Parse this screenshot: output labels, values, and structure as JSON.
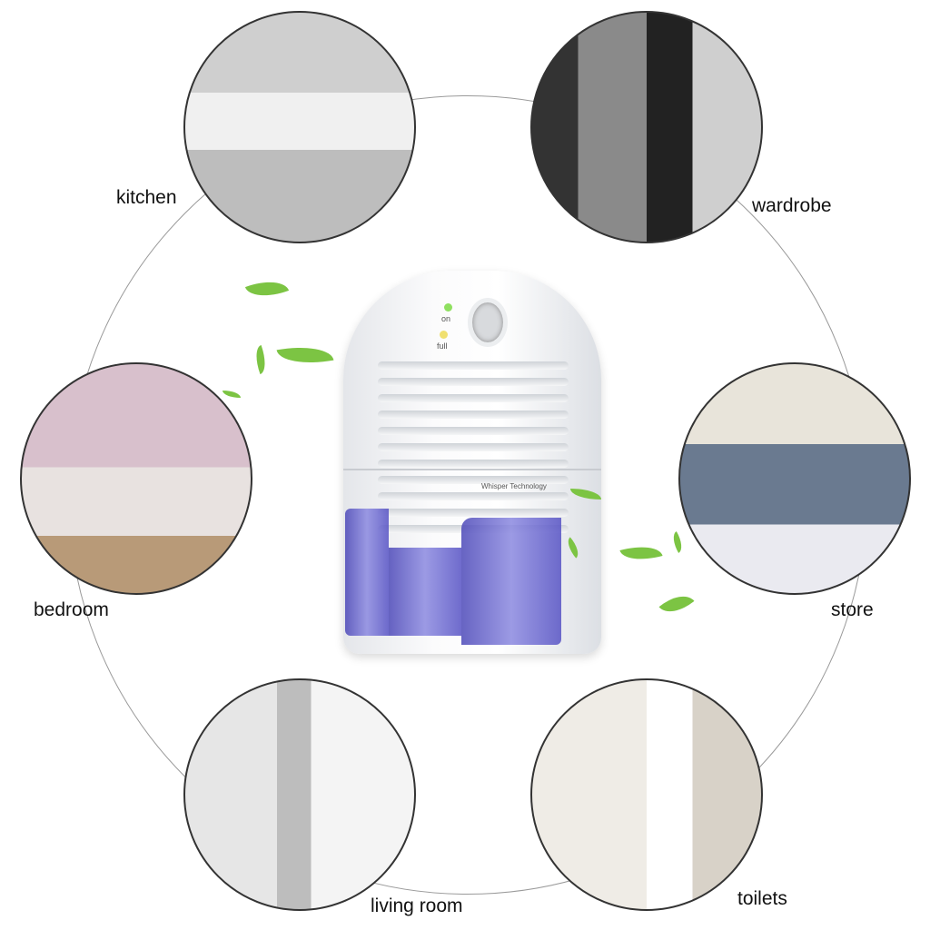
{
  "locations": [
    {
      "label": "kitchen",
      "colors": [
        "#d8d8d8",
        "#f2f2f2",
        "#9a9a9a"
      ]
    },
    {
      "label": "wardrobe",
      "colors": [
        "#2a2a2a",
        "#8a8a8a",
        "#d0d0d0"
      ]
    },
    {
      "label": "bedroom",
      "colors": [
        "#c8a8b8",
        "#e8e0e0",
        "#b09070"
      ]
    },
    {
      "label": "store",
      "colors": [
        "#e8e4da",
        "#6a7a90",
        "#f0b060"
      ]
    },
    {
      "label": "living room",
      "colors": [
        "#e0e0e0",
        "#f6f6f6",
        "#a8a8a8"
      ]
    },
    {
      "label": "toilets",
      "colors": [
        "#efece6",
        "#ffffff",
        "#c8c0b4"
      ]
    }
  ],
  "device": {
    "led_on": "on",
    "led_full": "full",
    "brand_text": "Whisper Technology",
    "tank_color": "#5b57c8",
    "leaf_color": "#7cc443"
  }
}
